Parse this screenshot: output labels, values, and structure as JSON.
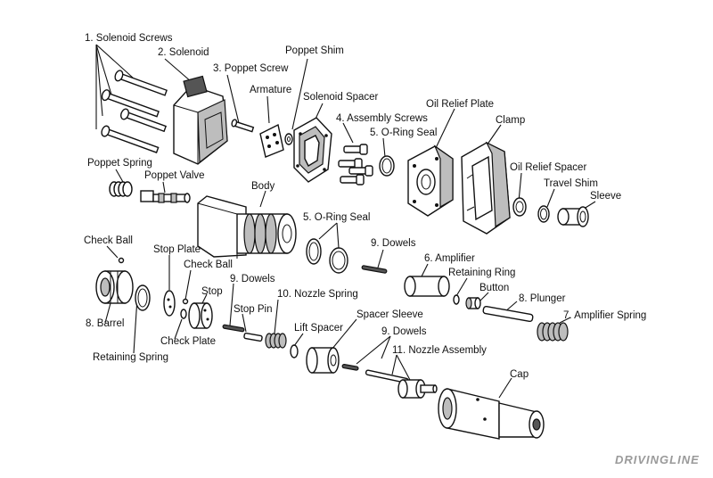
{
  "labels": {
    "solenoid_screws": "1. Solenoid Screws",
    "solenoid": "2. Solenoid",
    "poppet_screw": "3. Poppet Screw",
    "poppet_shim": "Poppet Shim",
    "armature": "Armature",
    "solenoid_spacer": "Solenoid Spacer",
    "assembly_screws": "4. Assembly Screws",
    "oil_relief_plate": "Oil Relief Plate",
    "oring_seal_top": "5. O-Ring Seal",
    "clamp": "Clamp",
    "oil_relief_spacer": "Oil Relief Spacer",
    "travel_shim": "Travel Shim",
    "sleeve": "Sleeve",
    "poppet_spring": "Poppet Spring",
    "poppet_valve": "Poppet Valve",
    "body": "Body",
    "oring_seal_mid": "5. O-Ring Seal",
    "check_ball_left": "Check Ball",
    "stop_plate": "Stop Plate",
    "check_ball_mid": "Check Ball",
    "dowels_mid": "9. Dowels",
    "amplifier": "6. Amplifier",
    "retaining_ring": "Retaining Ring",
    "button": "Button",
    "plunger": "8. Plunger",
    "amplifier_spring": "7. Amplifier Spring",
    "barrel": "8. Barrel",
    "stop": "Stop",
    "dowels_left": "9. Dowels",
    "nozzle_spring": "10. Nozzle Spring",
    "stop_pin": "Stop Pin",
    "spacer_sleeve": "Spacer Sleeve",
    "lift_spacer": "Lift Spacer",
    "check_plate": "Check Plate",
    "retaining_spring": "Retaining Spring",
    "dowels_low": "9. Dowels",
    "nozzle_assembly": "11. Nozzle Assembly",
    "cap": "Cap"
  },
  "watermark": "DRIVINGLINE"
}
